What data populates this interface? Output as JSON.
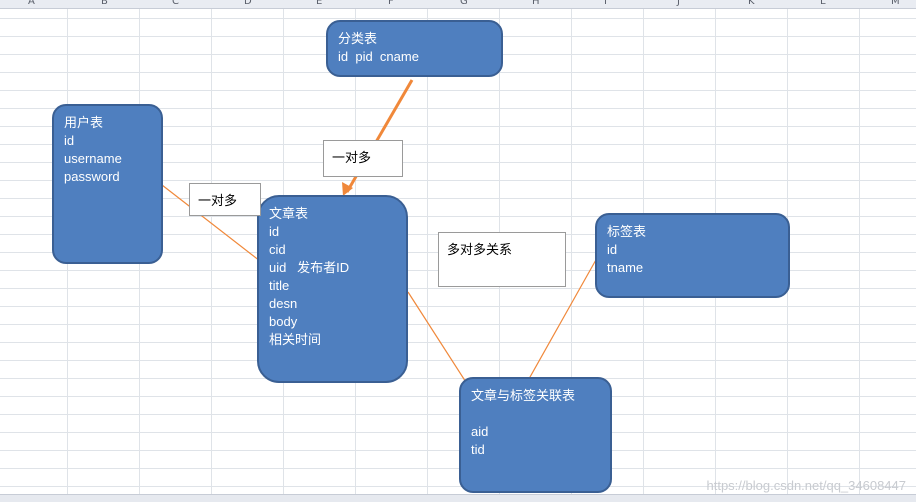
{
  "columns": [
    "A",
    "B",
    "C",
    "D",
    "E",
    "F",
    "G",
    "H",
    "I",
    "J",
    "K",
    "L",
    "M"
  ],
  "boxes": {
    "user": {
      "title": "用户表",
      "lines": [
        "id",
        "username",
        "password"
      ]
    },
    "category": {
      "title": "分类表",
      "lines": [
        "id  pid  cname"
      ]
    },
    "article": {
      "title": "文章表",
      "lines": [
        "id",
        "cid",
        "uid   发布者ID",
        "title",
        "desn",
        "body",
        "相关时间"
      ]
    },
    "tag": {
      "title": "标签表",
      "lines": [
        "id",
        "tname"
      ]
    },
    "relation": {
      "title": "文章与标签关联表",
      "blank": "",
      "lines": [
        "aid",
        "tid"
      ]
    }
  },
  "labels": {
    "one_to_many_top": "一对多",
    "one_to_many_left": "一对多",
    "many_to_many": "多对多关系"
  },
  "watermark": "https://blog.csdn.net/qq_34608447",
  "colors": {
    "shape_fill": "#4f7fbf",
    "shape_border": "#3a5f93",
    "connector": "#f0883a"
  }
}
